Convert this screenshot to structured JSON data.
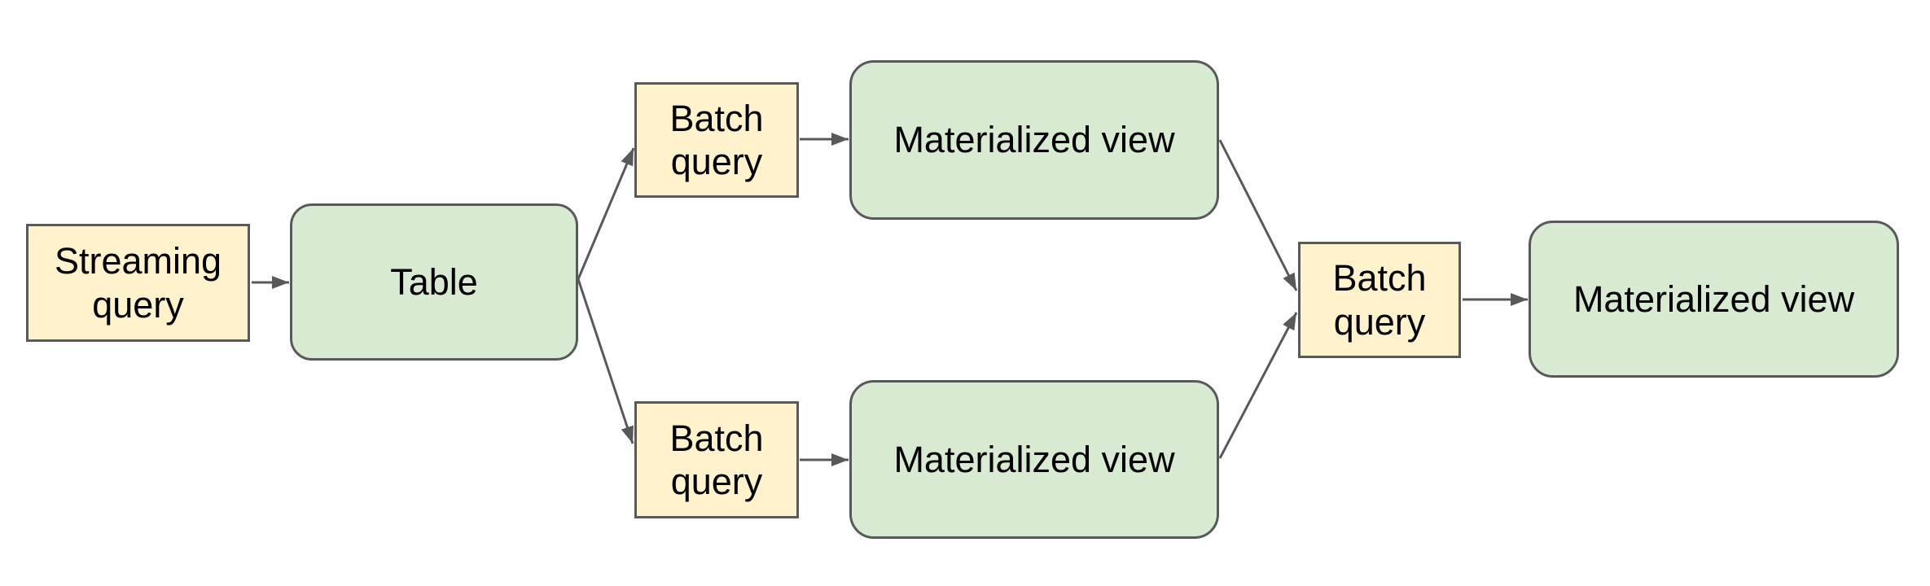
{
  "diagram": {
    "colors": {
      "query_fill": "#fff2cc",
      "view_fill": "#d9ead3",
      "stroke": "#58595b",
      "text": "#000000",
      "background": "#ffffff"
    },
    "nodes": {
      "streaming_query": {
        "label": "Streaming query",
        "kind": "query"
      },
      "table": {
        "label": "Table",
        "kind": "table"
      },
      "batch_query_top": {
        "label": "Batch query",
        "kind": "query"
      },
      "materialized_view_top": {
        "label": "Materialized view",
        "kind": "view"
      },
      "batch_query_bottom": {
        "label": "Batch query",
        "kind": "query"
      },
      "materialized_view_bottom": {
        "label": "Materialized view",
        "kind": "view"
      },
      "batch_query_right": {
        "label": "Batch query",
        "kind": "query"
      },
      "materialized_view_right": {
        "label": "Materialized view",
        "kind": "view"
      }
    },
    "edges": [
      {
        "from": "streaming_query",
        "to": "table"
      },
      {
        "from": "table",
        "to": "batch_query_top"
      },
      {
        "from": "table",
        "to": "batch_query_bottom"
      },
      {
        "from": "batch_query_top",
        "to": "materialized_view_top"
      },
      {
        "from": "batch_query_bottom",
        "to": "materialized_view_bottom"
      },
      {
        "from": "materialized_view_top",
        "to": "batch_query_right"
      },
      {
        "from": "materialized_view_bottom",
        "to": "batch_query_right"
      },
      {
        "from": "batch_query_right",
        "to": "materialized_view_right"
      }
    ]
  }
}
